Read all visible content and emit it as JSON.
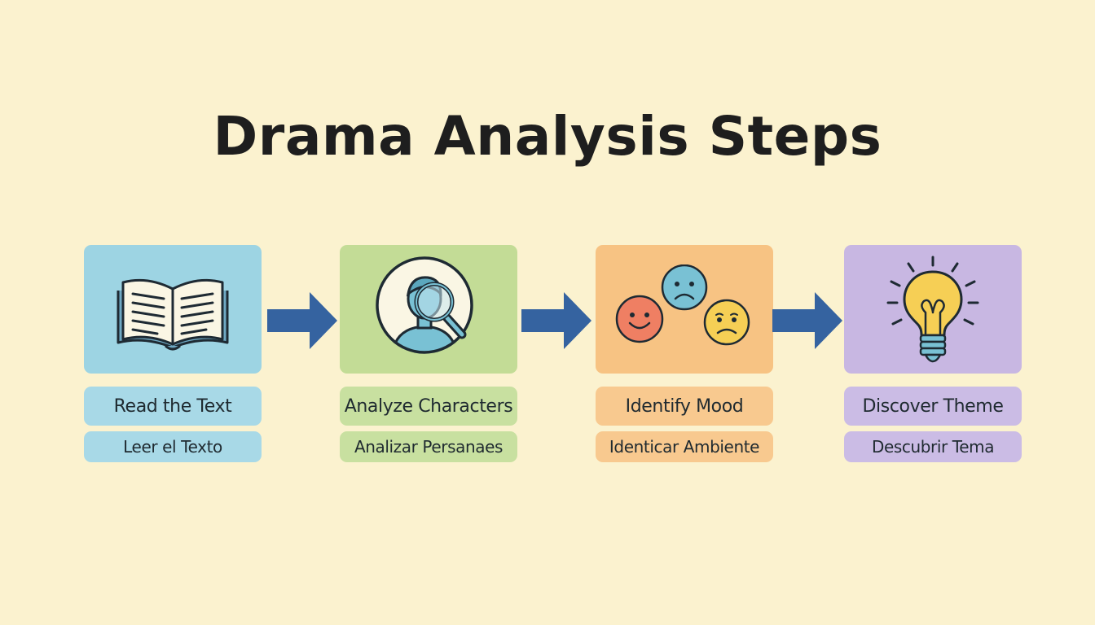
{
  "title": "Drama Analysis Steps",
  "colors": {
    "background": "#fbf2cf",
    "arrow": "#3563a0",
    "step1_card": "#9dd4e3",
    "step1_label": "#a8d9e7",
    "step2_card": "#c3dc96",
    "step2_label": "#c8e0a0",
    "step3_card": "#f7c383",
    "step3_label": "#f8c98f",
    "step4_card": "#c8b7e2",
    "step4_label": "#cbbce5"
  },
  "steps": [
    {
      "label": "Read the Text",
      "sublabel": "Leer el Texto",
      "icon": "open-book-icon"
    },
    {
      "label": "Analyze Characters",
      "sublabel": "Analizar Persanaes",
      "icon": "magnifying-glass-person-icon"
    },
    {
      "label": "Identify Mood",
      "sublabel": "Identicar Ambiente",
      "icon": "emotion-faces-icon"
    },
    {
      "label": "Discover Theme",
      "sublabel": "Descubrir Tema",
      "icon": "light-bulb-icon"
    }
  ]
}
